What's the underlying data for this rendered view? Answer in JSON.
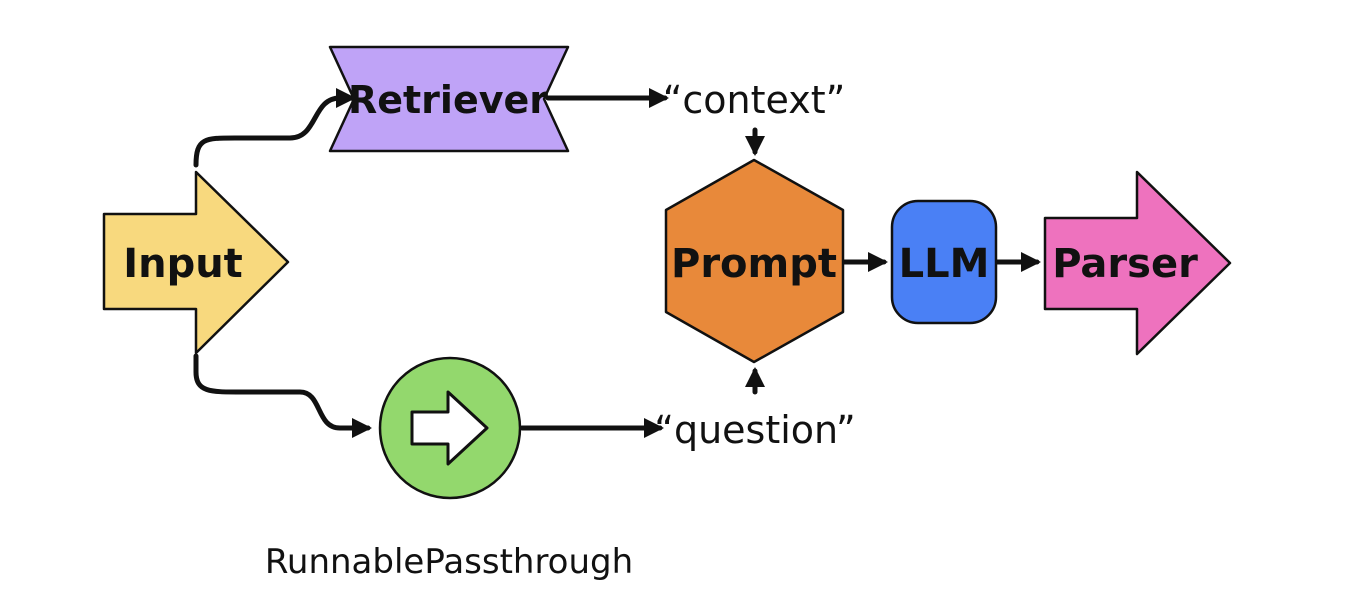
{
  "nodes": {
    "input": {
      "label": "Input",
      "color": "#f8d97e"
    },
    "retriever": {
      "label": "Retriever",
      "color": "#bfa3f7"
    },
    "passthrough": {
      "label": "RunnablePassthrough",
      "color": "#93d86d"
    },
    "prompt": {
      "label": "Prompt",
      "color": "#e8893a"
    },
    "llm": {
      "label": "LLM",
      "color": "#4a80f5"
    },
    "parser": {
      "label": "Parser",
      "color": "#ee72be"
    }
  },
  "edge_labels": {
    "context": "“context”",
    "question": "“question”"
  },
  "icons": {
    "passthrough_icon": "right-arrow-icon"
  }
}
